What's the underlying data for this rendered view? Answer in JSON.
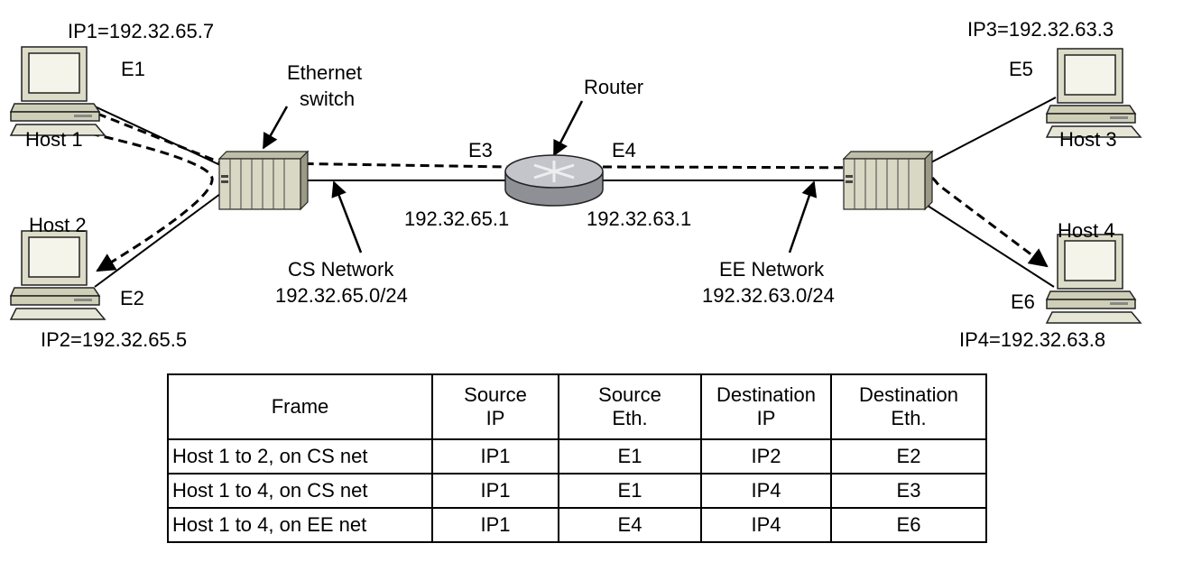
{
  "diagram": {
    "hosts": {
      "host1": {
        "label": "Host 1",
        "eth": "E1",
        "ip": "IP1=192.32.65.7"
      },
      "host2": {
        "label": "Host 2",
        "eth": "E2",
        "ip": "IP2=192.32.65.5"
      },
      "host3": {
        "label": "Host 3",
        "eth": "E5",
        "ip": "IP3=192.32.63.3"
      },
      "host4": {
        "label": "Host 4",
        "eth": "E6",
        "ip": "IP4=192.32.63.8"
      }
    },
    "switch_label_line1": "Ethernet",
    "switch_label_line2": "switch",
    "router": {
      "label": "Router",
      "left_eth": "E3",
      "right_eth": "E4",
      "left_ip": "192.32.65.1",
      "right_ip": "192.32.63.1"
    },
    "cs_network": {
      "name": "CS Network",
      "prefix": "192.32.65.0/24"
    },
    "ee_network": {
      "name": "EE Network",
      "prefix": "192.32.63.0/24"
    }
  },
  "table": {
    "headers": [
      {
        "line1": "Frame",
        "line2": ""
      },
      {
        "line1": "Source",
        "line2": "IP"
      },
      {
        "line1": "Source",
        "line2": "Eth."
      },
      {
        "line1": "Destination",
        "line2": "IP"
      },
      {
        "line1": "Destination",
        "line2": "Eth."
      }
    ],
    "rows": [
      [
        "Host 1 to 2, on CS net",
        "IP1",
        "E1",
        "IP2",
        "E2"
      ],
      [
        "Host 1 to 4, on CS net",
        "IP1",
        "E1",
        "IP4",
        "E3"
      ],
      [
        "Host 1 to 4, on EE net",
        "IP1",
        "E4",
        "IP4",
        "E6"
      ]
    ]
  }
}
